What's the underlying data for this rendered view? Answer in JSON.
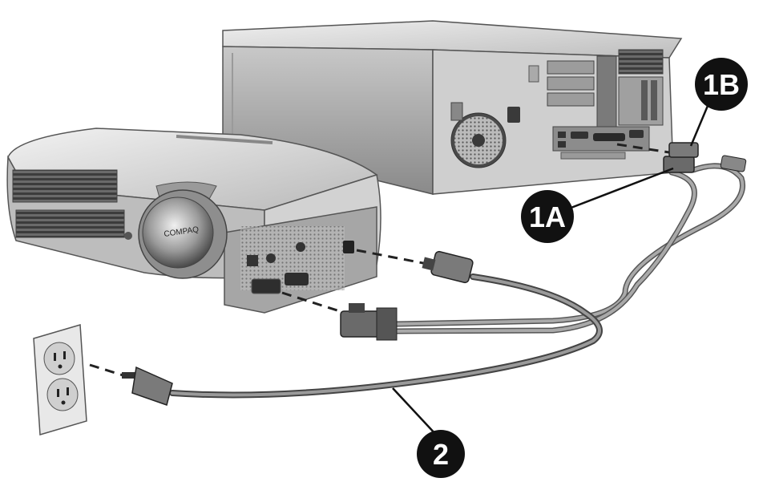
{
  "diagram": {
    "callouts": [
      {
        "id": "1A",
        "label": "1A"
      },
      {
        "id": "1B",
        "label": "1B"
      },
      {
        "id": "2",
        "label": "2"
      }
    ],
    "projector_brand_text": "COMPAQ",
    "colors": {
      "background": "#ffffff",
      "callout_fill": "#111111",
      "callout_text": "#ffffff",
      "equipment_light": "#d9d9d9",
      "equipment_mid": "#a8a8a8",
      "equipment_dark": "#5a5a5a",
      "cable": "#7a7a7a"
    }
  }
}
